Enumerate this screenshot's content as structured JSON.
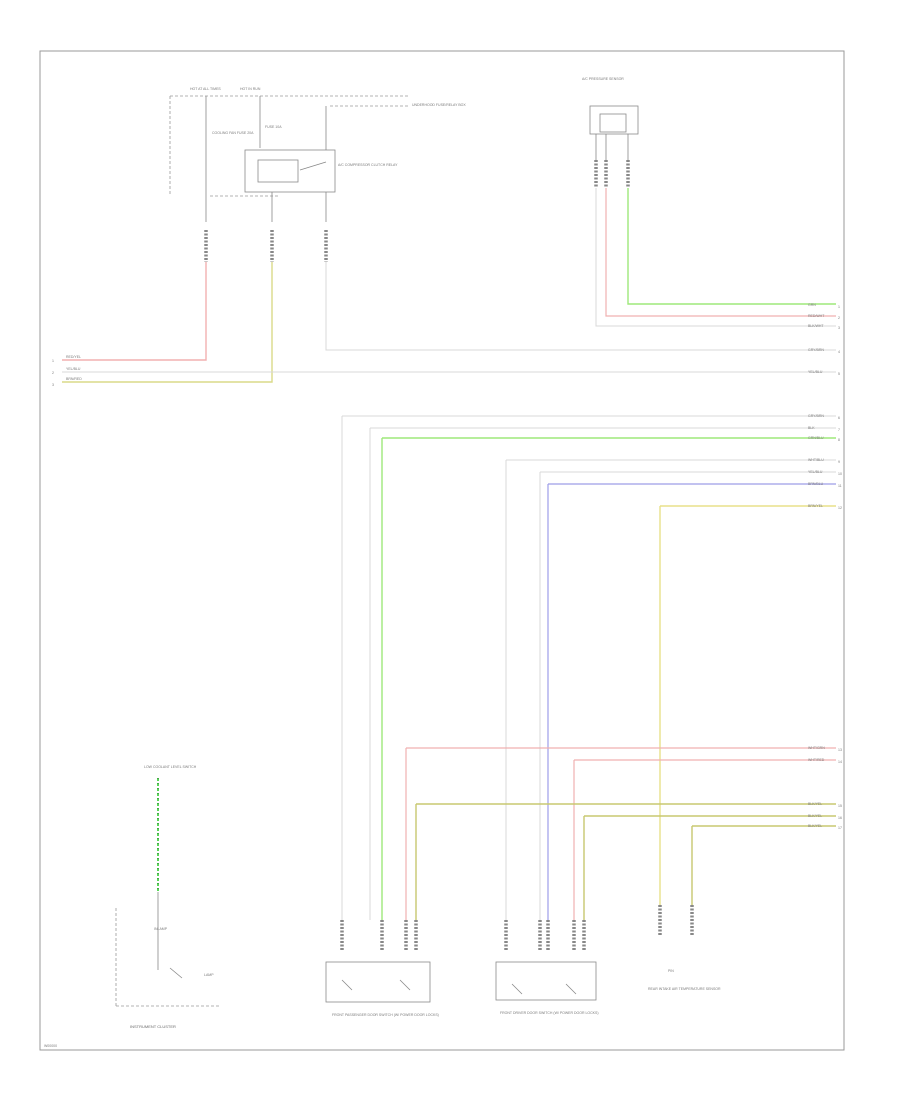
{
  "diagram": {
    "page_id": "W00000",
    "components": {
      "hot_at_all_times": "HOT AT ALL TIMES",
      "hot_in_run": "HOT IN RUN",
      "cooling_fan_fuse": "COOLING FAN FUSE 20A",
      "fuse_10a": "FUSE 10A",
      "relay_label": "A/C COMPRESSOR CLUTCH RELAY",
      "underhood_box": "UNDERHOOD FUSE/RELAY BOX",
      "accessory_power_socket": "A/C PRESSURE SENSOR",
      "instrument_cluster": "INSTRUMENT CLUSTER",
      "low_coolant_switch": "LOW COOLANT LEVEL SWITCH",
      "inlamp": "INLAMP",
      "cluster_right": "LAMP",
      "front_passenger_door": "FRONT PASSENGER DOOR SWITCH (W/ POWER DOOR LOCKS)",
      "front_driver_door": "FRONT DRIVER DOOR SWITCH (W/ POWER DOOR LOCKS)",
      "rear_sensor": "REAR INTAKE AIR TEMPERATURE SENSOR",
      "rear_sensor_pin": "PIN"
    },
    "wire_labels_right": [
      "GRN",
      "RED/WHT",
      "BLK/WHT",
      "GRY/BRN",
      "YEL/BLU",
      "GRY/BRN",
      "BLK",
      "GRN/BLU",
      "WHT/BLU",
      "YEL/BLU",
      "BRN/BLU",
      "BRN/YEL",
      "WHT/GRN",
      "WHT/RED",
      "BLK/YEL",
      "BLK/YEL",
      "BLK/YEL"
    ],
    "wire_labels_left": [
      "RED/YEL",
      "YEL/BLU",
      "BRN/RED"
    ],
    "connector_labels": {
      "left_nums": [
        "1",
        "2",
        "3"
      ],
      "right_nums": [
        "1",
        "2",
        "3",
        "4",
        "5",
        "6",
        "7",
        "8",
        "9",
        "10",
        "11",
        "12",
        "13",
        "14",
        "15",
        "16",
        "17"
      ]
    }
  }
}
